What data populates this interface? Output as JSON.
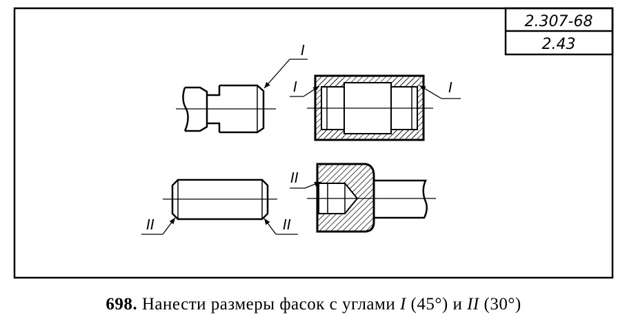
{
  "stamp": {
    "standard": "2.307-68",
    "sheet": "2.43"
  },
  "labels": {
    "chamfer_one": "I",
    "chamfer_two": "II"
  },
  "caption": {
    "number": "698.",
    "text_before": "Нанести размеры фасок с углами",
    "roman_one": "I",
    "angle_one": "(45°)",
    "conj": "и",
    "roman_two": "II",
    "angle_two": "(30°)"
  }
}
